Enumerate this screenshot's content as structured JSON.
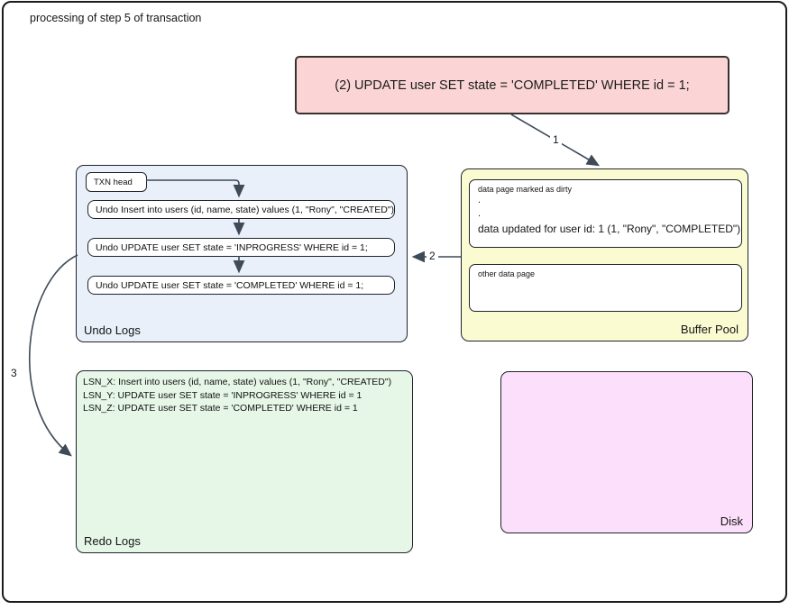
{
  "title": "processing of step 5 of transaction",
  "colors": {
    "sql_fill": "#fbd5d5",
    "undo_fill": "#e9f0fa",
    "buffer_fill": "#fbfbd2",
    "redo_fill": "#e6f7e8",
    "disk_fill": "#fcdffa",
    "border_color": "#1b1b1b",
    "arrow_color": "#3e4a57"
  },
  "sql_box": {
    "text": "(2) UPDATE user SET state = 'COMPLETED' WHERE id = 1;"
  },
  "undo_logs": {
    "label": "Undo Logs",
    "txn_head": "TXN head",
    "items": [
      "Undo Insert into users (id, name, state) values (1, \"Rony\", \"CREATED\")",
      "Undo UPDATE user SET state = 'INPROGRESS' WHERE id = 1;",
      "Undo UPDATE user SET state = 'COMPLETED' WHERE id = 1;"
    ]
  },
  "buffer_pool": {
    "label": "Buffer Pool",
    "dirty_page": {
      "header": "data page marked as dirty",
      "dot1": ".",
      "dot2": ".",
      "detail": "data updated for user id: 1 (1, \"Rony\", \"COMPLETED\")"
    },
    "other_page": "other data page"
  },
  "redo_logs": {
    "label": "Redo Logs",
    "lines": [
      "LSN_X: Insert into users (id, name, state) values (1, \"Rony\", \"CREATED\")",
      "LSN_Y: UPDATE user SET state = 'INPROGRESS' WHERE id = 1",
      "LSN_Z: UPDATE user SET state = 'COMPLETED' WHERE id = 1"
    ]
  },
  "disk": {
    "label": "Disk"
  },
  "arrows": {
    "step1": "1",
    "step2": "2",
    "step3": "3"
  }
}
